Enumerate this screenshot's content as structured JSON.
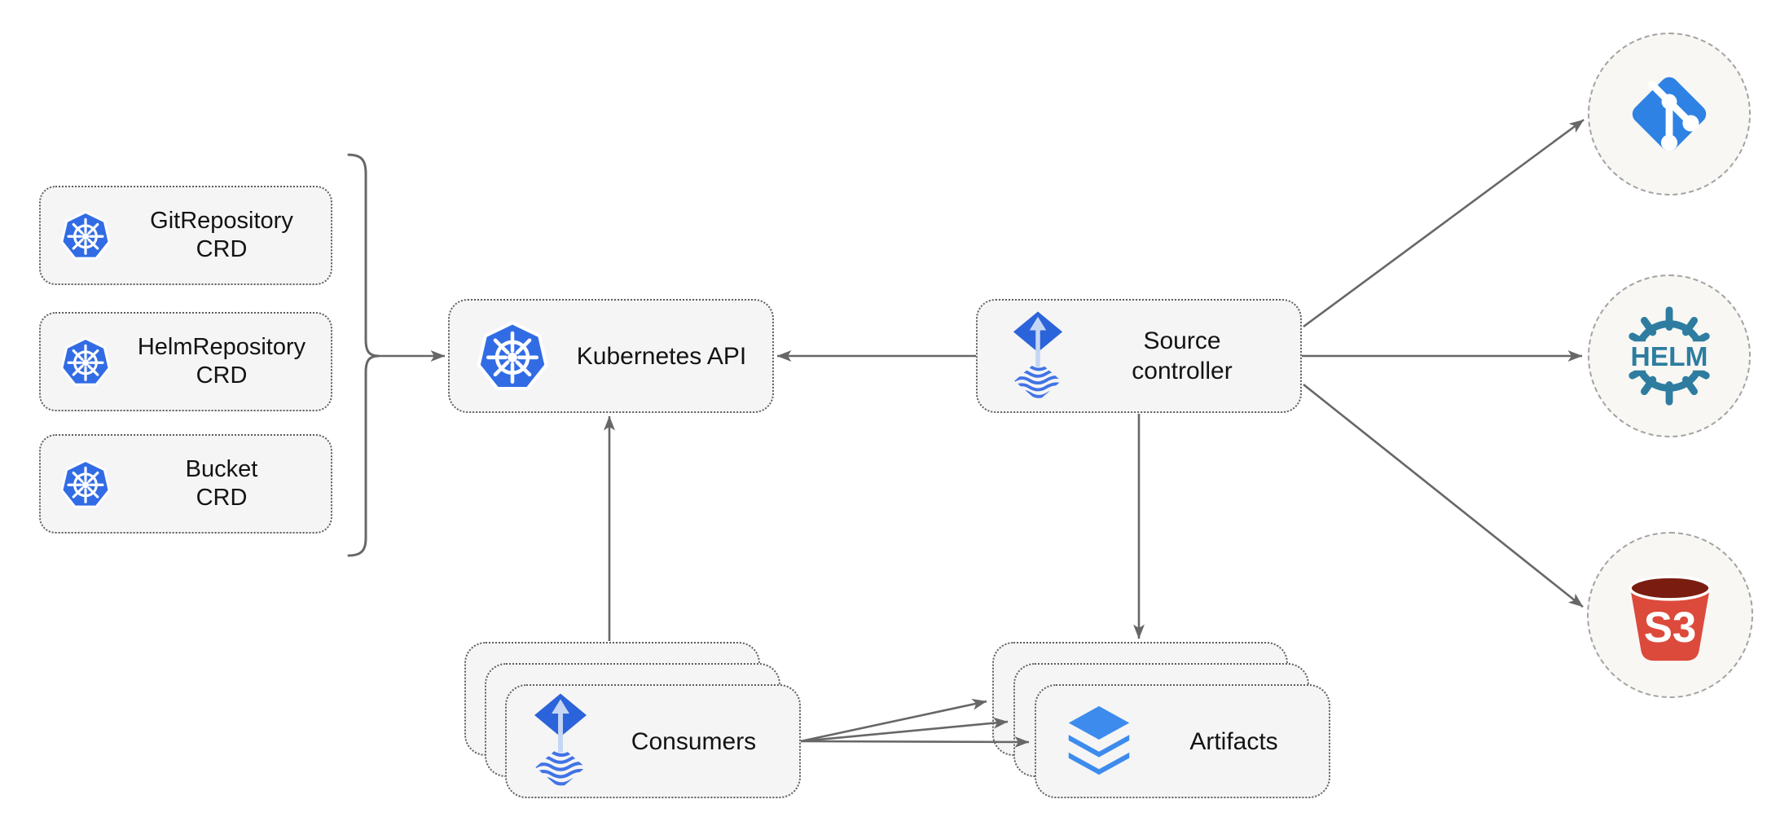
{
  "diagram": {
    "crds": [
      {
        "name": "GitRepository",
        "type": "CRD"
      },
      {
        "name": "HelmRepository",
        "type": "CRD"
      },
      {
        "name": "Bucket",
        "type": "CRD"
      }
    ],
    "kubernetes_api": {
      "label": "Kubernetes API"
    },
    "source_controller": {
      "line1": "Source",
      "line2": "controller"
    },
    "consumers": {
      "label": "Consumers"
    },
    "artifacts": {
      "label": "Artifacts"
    },
    "externals": {
      "git": {
        "icon": "git-logo-icon"
      },
      "helm": {
        "icon": "helm-logo-icon",
        "text": "HELM"
      },
      "s3": {
        "icon": "s3-bucket-icon",
        "text": "S3"
      }
    },
    "colors": {
      "kubernetes_blue": "#326CE5",
      "flux_blue": "#2B63DA",
      "flux_arrow_light": "#C5D6F4",
      "git_blue": "#2E82E3",
      "helm_teal": "#2E7DA0",
      "s3_red": "#DC4A3B",
      "s3_dark": "#7A1D10",
      "artifact_blue": "#3D8CED",
      "node_fill": "#F5F5F5",
      "connector_gray": "#676767"
    }
  }
}
